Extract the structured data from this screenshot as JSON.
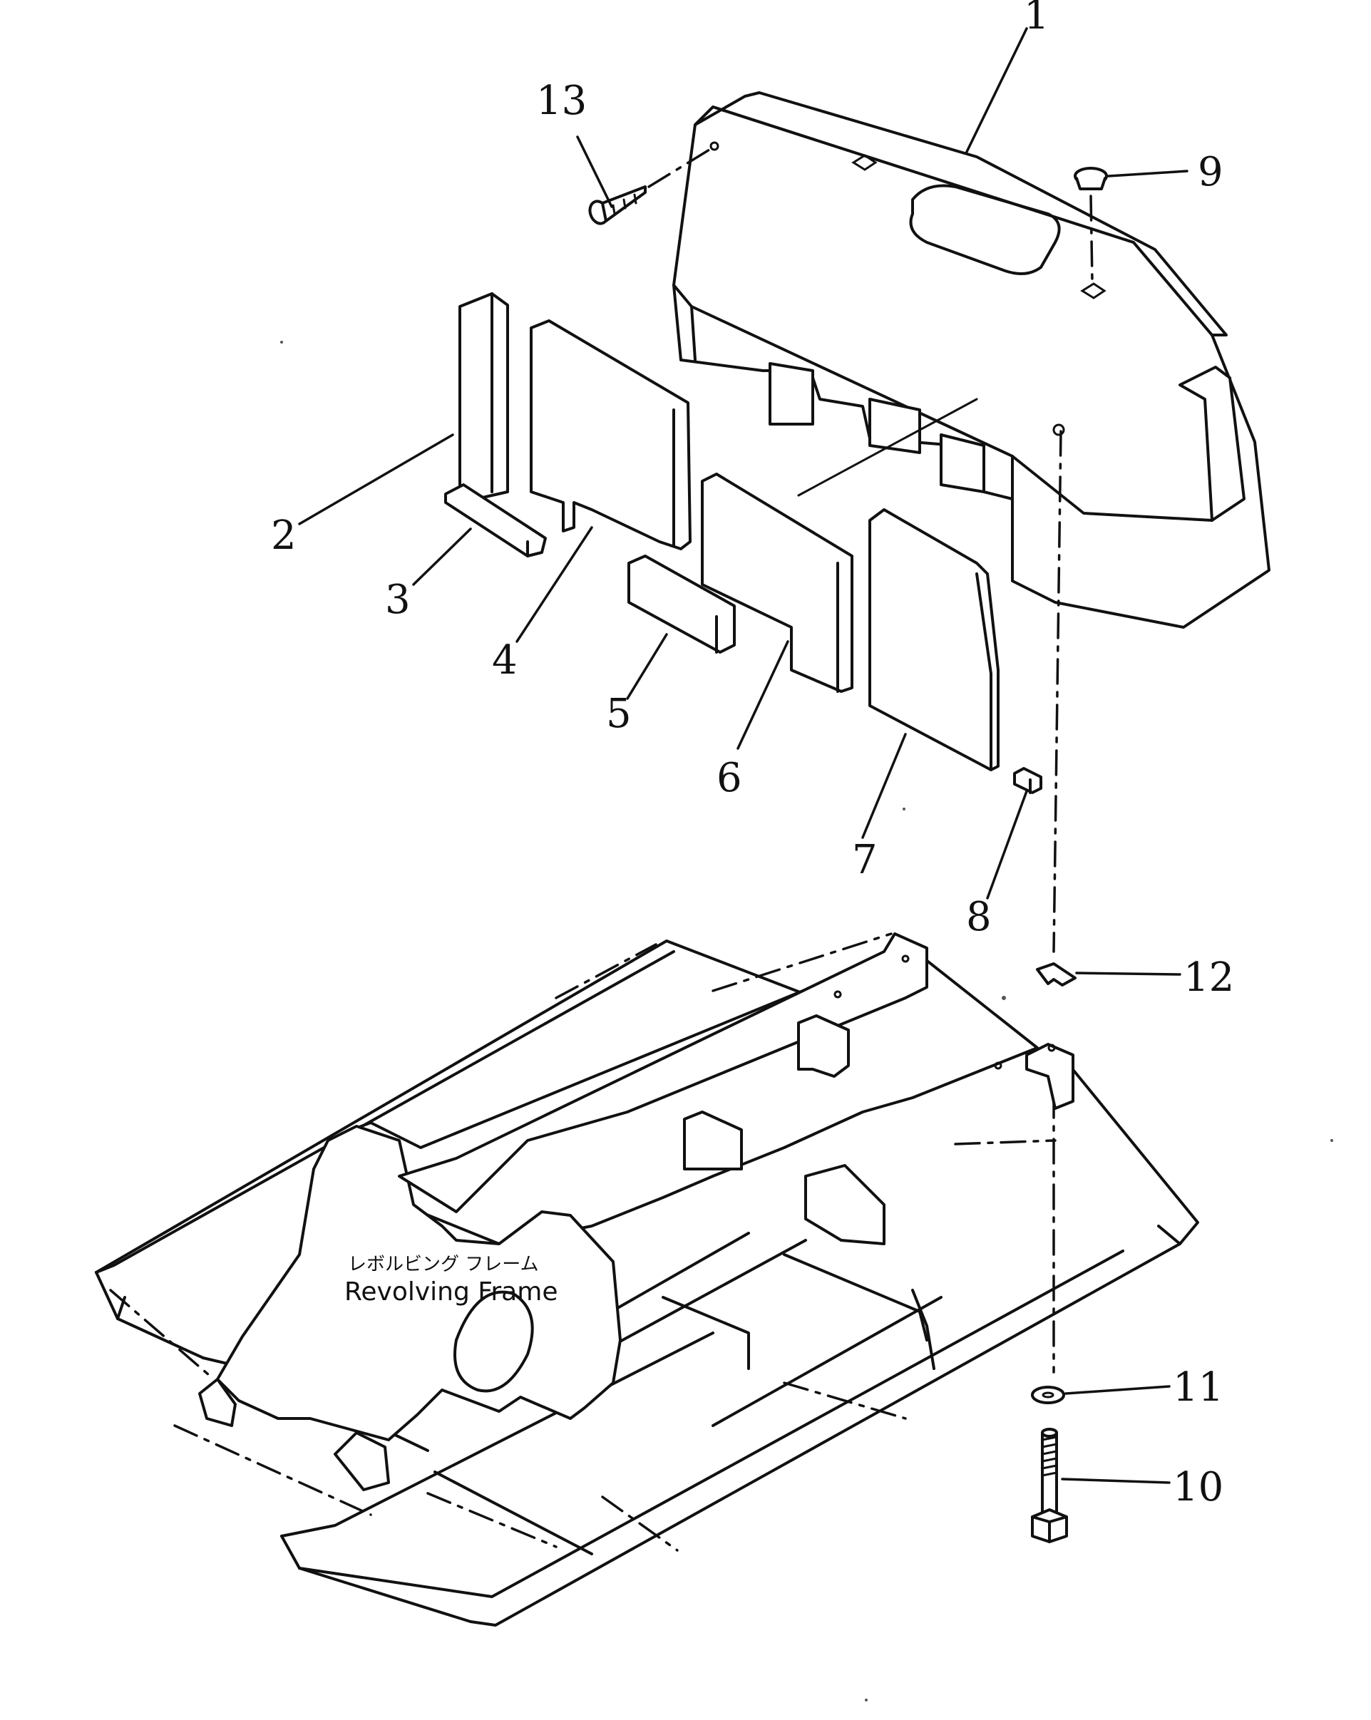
{
  "callouts": [
    {
      "id": "1",
      "label": "1"
    },
    {
      "id": "2",
      "label": "2"
    },
    {
      "id": "3",
      "label": "3"
    },
    {
      "id": "4",
      "label": "4"
    },
    {
      "id": "5",
      "label": "5"
    },
    {
      "id": "6",
      "label": "6"
    },
    {
      "id": "7",
      "label": "7"
    },
    {
      "id": "8",
      "label": "8"
    },
    {
      "id": "9",
      "label": "9"
    },
    {
      "id": "10",
      "label": "10"
    },
    {
      "id": "11",
      "label": "11"
    },
    {
      "id": "12",
      "label": "12"
    },
    {
      "id": "13",
      "label": "13"
    }
  ],
  "frame_label": {
    "japanese": "レボルビング フレーム",
    "english": "Revolving Frame"
  }
}
